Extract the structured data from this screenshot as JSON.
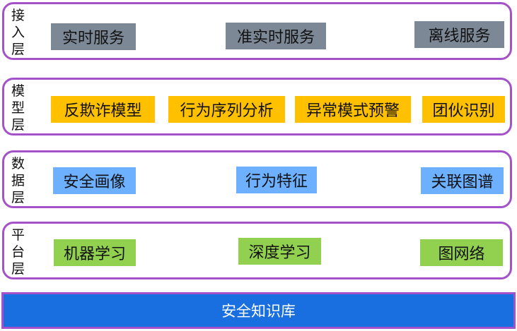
{
  "layers": [
    {
      "label": "接入层",
      "items": [
        "实时服务",
        "准实时服务",
        "离线服务"
      ],
      "color": "#7d8896"
    },
    {
      "label": "模型层",
      "items": [
        "反欺诈模型",
        "行为序列分析",
        "异常模式预警",
        "团伙识别"
      ],
      "color": "#ffc000"
    },
    {
      "label": "数据层",
      "items": [
        "安全画像",
        "行为特征",
        "关联图谱"
      ],
      "color": "#6cb0ff"
    },
    {
      "label": "平台层",
      "items": [
        "机器学习",
        "深度学习",
        "图网络"
      ],
      "color": "#92d050"
    }
  ],
  "foundation": {
    "label": "安全知识库",
    "color": "#1a6fe0"
  },
  "border_color": "#a352c9"
}
